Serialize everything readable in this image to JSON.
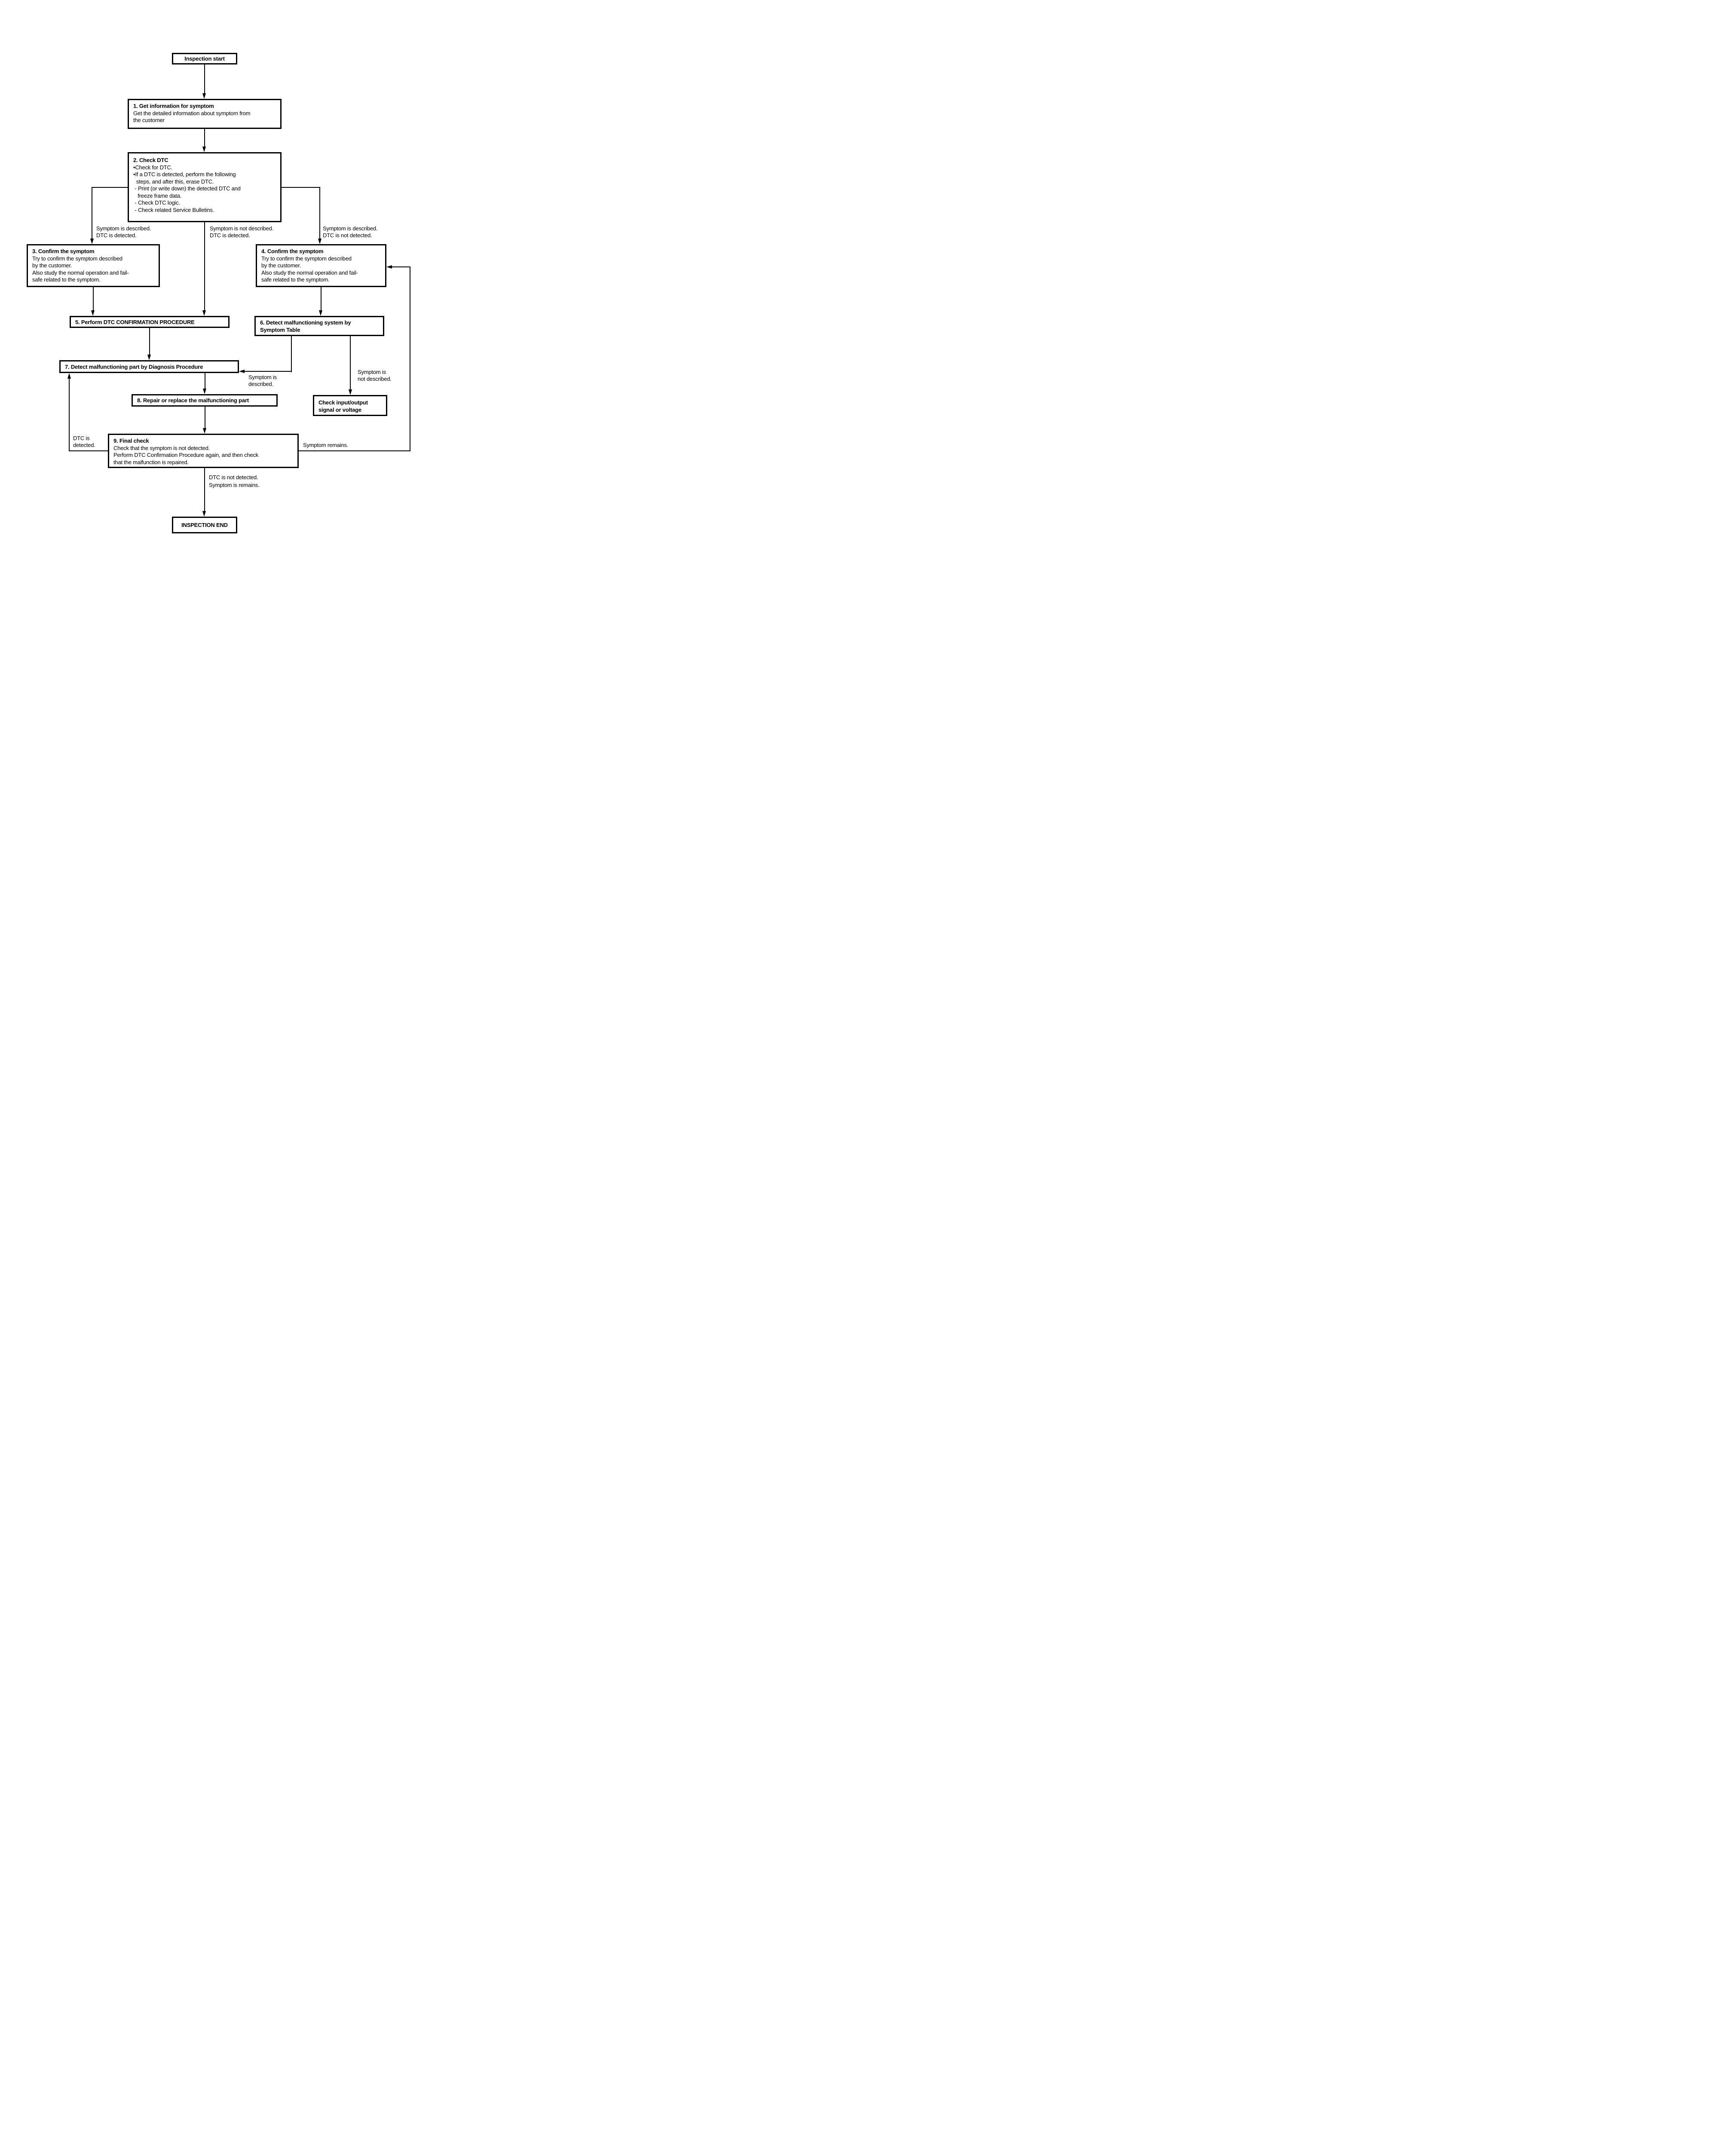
{
  "nodes": {
    "start": {
      "label": "Inspection start"
    },
    "step1": {
      "title": "1. Get information for symptom",
      "body": [
        "Get the detailed information about symptom from",
        "the customer"
      ]
    },
    "step2": {
      "title": "2. Check DTC",
      "body": [
        "•Check for DTC.",
        "•If a DTC is detected, perform the following",
        "  steps, and after this, erase DTC.",
        " - Print (or write down) the detected DTC and",
        "   freeze frame data.",
        " - Check DTC logic.",
        " - Check related Service Bulletins."
      ]
    },
    "step3": {
      "title": "3. Confirm the symptom",
      "body": [
        "Try to confirm the symptom described",
        "by the customer.",
        "Also study the normal operation and fail-",
        "safe related to the symptom."
      ]
    },
    "step4": {
      "title": "4. Confirm the symptom",
      "body": [
        "Try to confirm the symptom described",
        "by the customer.",
        "Also study the normal operation and fail-",
        "safe related to the symptom."
      ]
    },
    "step5": {
      "title": "5. Perform DTC CONFIRMATION PROCEDURE"
    },
    "step6": {
      "title": [
        "6. Detect malfunctioning system by",
        "Symptom Table"
      ]
    },
    "step7": {
      "title": "7. Detect malfunctioning part by Diagnosis Procedure"
    },
    "step8": {
      "title": "8. Repair or replace the malfunctioning part"
    },
    "check_io": {
      "title": [
        "Check input/output",
        "signal or voltage"
      ]
    },
    "step9": {
      "title": "9. Final check",
      "body": [
        "Check that the symptom is not detected.",
        "Perform DTC Confirmation Procedure again, and then check",
        "that the malfunction is repaired."
      ]
    },
    "end": {
      "label": "INSPECTION END"
    }
  },
  "labels": {
    "branch_left": [
      "Symptom is described.",
      "DTC is detected."
    ],
    "branch_mid": [
      "Symptom is not described.",
      "DTC is detected."
    ],
    "branch_right": [
      "Symptom is described.",
      "DTC is not detected."
    ],
    "to_step7": [
      "Symptom is",
      "described."
    ],
    "to_check_io": [
      "Symptom is",
      "not described."
    ],
    "dtc_detected": [
      "DTC is",
      "detected."
    ],
    "symptom_remains": "Symptom remains.",
    "to_end": [
      "DTC is not detected.",
      "Symptom is remains."
    ]
  },
  "colors": {
    "line": "#000000",
    "background": "#ffffff",
    "text": "#000000"
  }
}
